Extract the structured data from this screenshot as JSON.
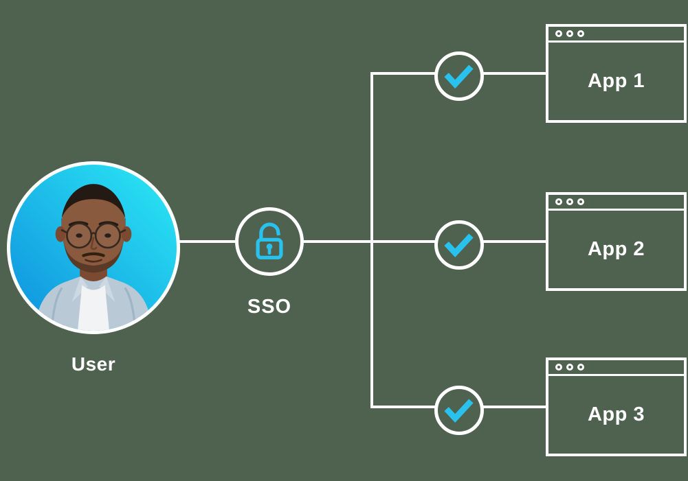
{
  "colors": {
    "background": "#4f6250",
    "accent_cyan": "#29c2ee",
    "line_white": "#ffffff",
    "avatar_gradient_start": "#0e8fdd",
    "avatar_gradient_end": "#2ceaf5"
  },
  "user": {
    "label": "User",
    "icon": "user-portrait-photo"
  },
  "sso": {
    "label": "SSO",
    "icon": "open-padlock-icon"
  },
  "checkpoints": [
    {
      "icon": "checkmark-icon"
    },
    {
      "icon": "checkmark-icon"
    },
    {
      "icon": "checkmark-icon"
    }
  ],
  "apps": [
    {
      "label": "App 1",
      "titlebar_dots": 3
    },
    {
      "label": "App 2",
      "titlebar_dots": 3
    },
    {
      "label": "App 3",
      "titlebar_dots": 3
    }
  ]
}
